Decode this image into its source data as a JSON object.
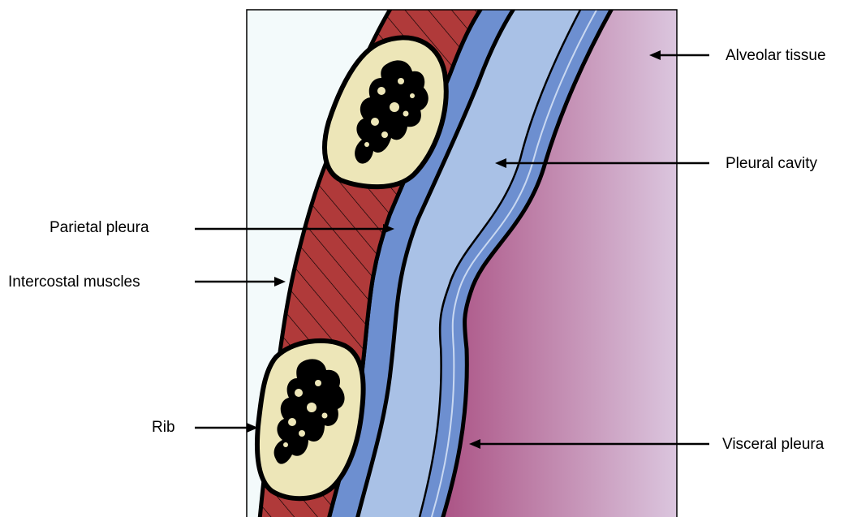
{
  "labels": {
    "alveolar_tissue": "Alveolar tissue",
    "pleural_cavity": "Pleural cavity",
    "parietal_pleura": "Parietal pleura",
    "intercostal_muscles": "Intercostal muscles",
    "rib": "Rib",
    "visceral_pleura": "Visceral pleura"
  },
  "colors": {
    "outside_background": "#f3fafb",
    "muscle": "#b03a3a",
    "bone": "#ede6b8",
    "pleura_blue": "#6d8fd0",
    "pleural_cavity": "#a9c1e6",
    "alveolar_dark": "#b05b8a",
    "alveolar_light": "#dbc6df",
    "outline": "#000000"
  }
}
